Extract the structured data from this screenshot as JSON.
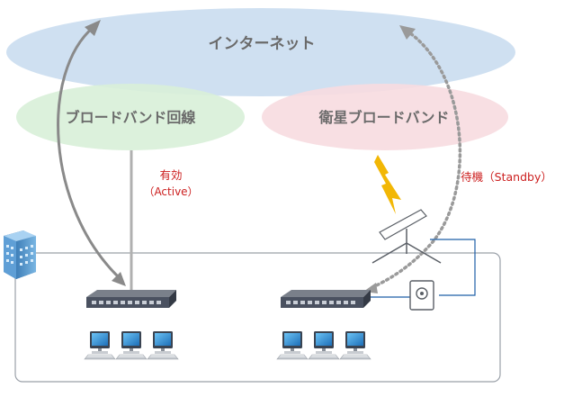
{
  "clouds": {
    "internet": {
      "label": "インターネット",
      "color": "#cfe0f1"
    },
    "broadband": {
      "label": "ブロードバンド回線",
      "color": "#d8efd8"
    },
    "satellite": {
      "label": "衛星ブロードバンド",
      "color": "#f7dbe0"
    }
  },
  "links": {
    "active": {
      "line1": "有効",
      "line2": "（Active）",
      "color": "#cc1f1f"
    },
    "standby": {
      "label": "待機（Standby）",
      "color": "#cc1f1f"
    }
  },
  "colors": {
    "arrow": "#8a8a8a",
    "dotted": "#9a9a9a",
    "lightning": "#f2b705",
    "switch": "#4a5160",
    "monitor": "#2f8fd8",
    "site_border": "#9aa0a8"
  },
  "icons": {
    "building": "building-icon",
    "switch": "network-switch-icon",
    "pc": "desktop-pc-icon",
    "dish": "satellite-dish-icon",
    "router": "satellite-router-icon",
    "lightning": "lightning-bolt-icon"
  }
}
